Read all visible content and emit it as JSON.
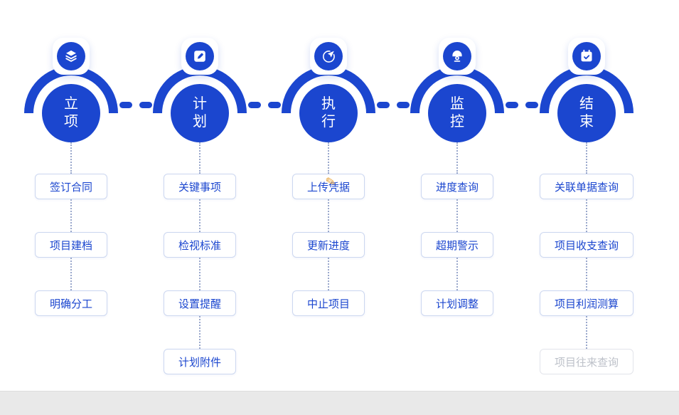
{
  "colors": {
    "accent": "#1b46cf",
    "box_border": "#ccd7f0",
    "dot": "#9aa8cc",
    "disabled_text": "#bdc1c9",
    "disabled_border": "#e2e4ea",
    "footer_bg": "#e9e9e9",
    "cursor": "#e9a43b"
  },
  "cursor_glyph": "✎",
  "stages": [
    {
      "label": "立项",
      "icon": "layers-icon",
      "items": [
        {
          "label": "签订合同"
        },
        {
          "label": "项目建档"
        },
        {
          "label": "明确分工"
        }
      ]
    },
    {
      "label": "计划",
      "icon": "compose-icon",
      "items": [
        {
          "label": "关键事项"
        },
        {
          "label": "检视标准"
        },
        {
          "label": "设置提醒"
        },
        {
          "label": "计划附件"
        }
      ]
    },
    {
      "label": "执行",
      "icon": "launch-icon",
      "items": [
        {
          "label": "上传凭据"
        },
        {
          "label": "更新进度"
        },
        {
          "label": "中止项目"
        }
      ]
    },
    {
      "label": "监控",
      "icon": "camera-icon",
      "items": [
        {
          "label": "进度查询"
        },
        {
          "label": "超期警示"
        },
        {
          "label": "计划调整"
        }
      ]
    },
    {
      "label": "结束",
      "icon": "calendar-check-icon",
      "items": [
        {
          "label": "关联单据查询"
        },
        {
          "label": "项目收支查询"
        },
        {
          "label": "项目利润测算"
        },
        {
          "label": "项目往来查询",
          "disabled": true
        }
      ]
    }
  ]
}
